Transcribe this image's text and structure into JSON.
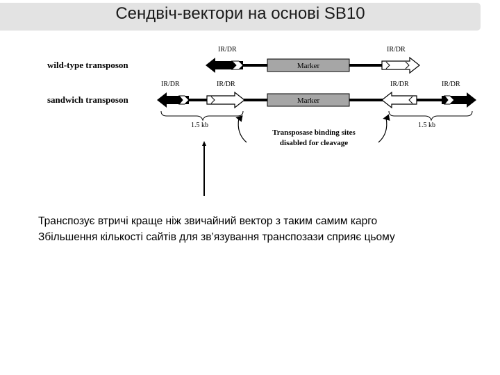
{
  "slide": {
    "title": "Сендвіч-вектори на основі SB10"
  },
  "diagram": {
    "row_wild": "wild-type transposon",
    "row_sandwich": "sandwich transposon",
    "ir_label": "IR/DR",
    "marker_label": "Marker",
    "kb_left": "1.5 kb",
    "kb_right": "1.5 kb",
    "note_line1": "Transposase binding sites",
    "note_line2": "disabled for cleavage"
  },
  "body": {
    "line1": "Транспозує втричі краще ніж звичайний вектор з таким самим карго",
    "line2": "Збільшення кількості сайтів для зв’язування транспозази сприяє цьому"
  },
  "colors": {
    "title_bg": "#e3e3e3",
    "marker_fill": "#a6a6a6",
    "line": "#000000"
  }
}
